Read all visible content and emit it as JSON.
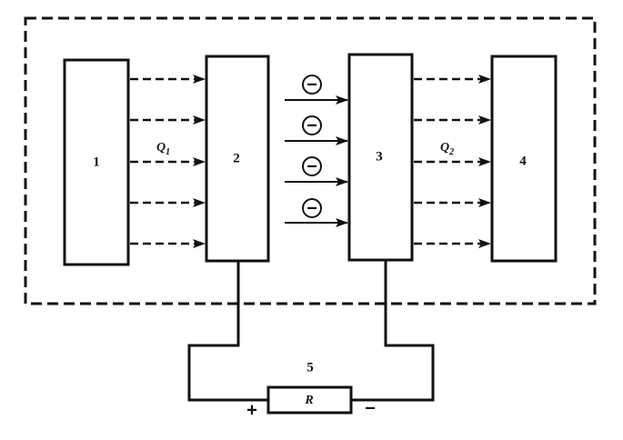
{
  "diagram": {
    "blocks": [
      {
        "label": "1"
      },
      {
        "label": "2"
      },
      {
        "label": "3"
      },
      {
        "label": "4"
      }
    ],
    "heat_flows": {
      "q1": {
        "symbol": "Q",
        "subscript": "1"
      },
      "q2": {
        "symbol": "Q",
        "subscript": "2"
      }
    },
    "electron_symbol": "−",
    "load": {
      "number": "5",
      "resistor_label": "R",
      "plus": "+",
      "minus": "−"
    }
  }
}
